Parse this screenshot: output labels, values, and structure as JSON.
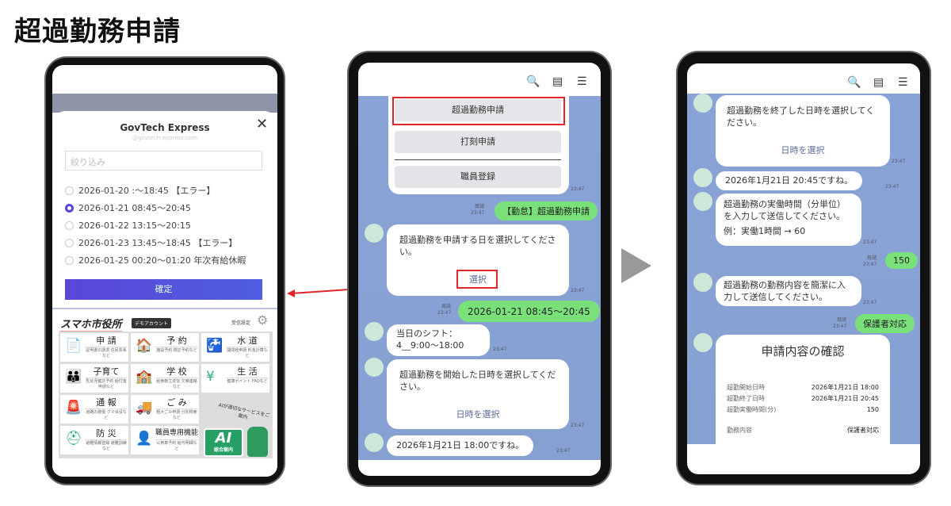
{
  "title": "超過勤務申請",
  "left": {
    "modal": {
      "title": "GovTech Express",
      "subtitle": "@govtech-express.com",
      "close_icon": "close-icon",
      "filter_placeholder": "絞り込み",
      "options": [
        {
          "label": "2026-01-20 :〜18:45 【エラー】",
          "selected": false
        },
        {
          "label": "2026-01-21 08:45〜20:45",
          "selected": true
        },
        {
          "label": "2026-01-22 13:15〜20:15",
          "selected": false
        },
        {
          "label": "2026-01-23 13:45〜18:45 【エラー】",
          "selected": false
        },
        {
          "label": "2026-01-25 00:20〜01:20 年次有給休暇",
          "selected": false
        }
      ],
      "confirm": "確定"
    },
    "city": {
      "logo": "スマホ市役所",
      "badge": "デモアカウント",
      "settings": "受信設定",
      "tiles": [
        {
          "name": "申 請",
          "desc": "証明書の請求 住民票系など",
          "icon": "📄"
        },
        {
          "name": "予 約",
          "desc": "施設予約 検診予約など",
          "icon": "🏠"
        },
        {
          "name": "水 道",
          "desc": "開閉栓申請 料金計算など",
          "icon": "🚰"
        },
        {
          "name": "子育て",
          "desc": "乳幼児健診予約 給付金申請など",
          "icon": "👪"
        },
        {
          "name": "学 校",
          "desc": "給食献立返信 欠席連絡など",
          "icon": "🏫"
        },
        {
          "name": "生 活",
          "desc": "健康ポイント FAQなど",
          "icon": "¥"
        },
        {
          "name": "通 報",
          "desc": "道路の損傷 クマ出没など",
          "icon": "🚨"
        },
        {
          "name": "ご み",
          "desc": "粗大ごみ申請 分別検索など",
          "icon": "🚚"
        },
        {
          "name": "防 災",
          "desc": "避難情報登録 避難訓練など",
          "icon": "⛑"
        },
        {
          "name": "職員専用機能",
          "desc": "公用車予約 給与明細など",
          "icon": "👤"
        }
      ],
      "ai": {
        "label": "AI",
        "sub": "総合案内",
        "bubble": "AIが適切なサービスをご案内"
      }
    }
  },
  "middle": {
    "menu": [
      "超過勤務申請",
      "打刻申請",
      "職員登録"
    ],
    "messages": [
      {
        "type": "mine",
        "text": "【勤怠】超過勤務申請",
        "read": "既読",
        "time": "23:47"
      },
      {
        "type": "bot",
        "text": "超過勤務を申請する日を選択してください。",
        "link": "選択",
        "time": "23:47"
      },
      {
        "type": "mine",
        "text": "2026-01-21 08:45〜20:45",
        "read": "既読",
        "time": "23:47"
      },
      {
        "type": "bot",
        "text": "当日のシフト：\n4__9:00〜18:00",
        "time": "23:47"
      },
      {
        "type": "bot",
        "text": "超過勤務を開始した日時を選択してください。",
        "link": "日時を選択",
        "time": "23:47"
      },
      {
        "type": "bot",
        "text": "2026年1月21日 18:00ですね。",
        "time": "23:47"
      }
    ],
    "menu_time": "23:47"
  },
  "right": {
    "messages": [
      {
        "type": "bot",
        "text": "超過勤務を終了した日時を選択してください。",
        "link": "日時を選択",
        "time": "23:47"
      },
      {
        "type": "bot",
        "text": "2026年1月21日 20:45ですね。",
        "time": "23:47"
      },
      {
        "type": "bot",
        "text": "超過勤務の実働時間（分単位）を入力して送信してください。",
        "extra": "例：実働1時間 → 60",
        "time": "23:47"
      },
      {
        "type": "mine",
        "text": "150",
        "read": "既読",
        "time": "23:47"
      },
      {
        "type": "bot",
        "text": "超過勤務の勤務内容を簡潔に入力して送信してください。",
        "time": "23:47"
      },
      {
        "type": "mine",
        "text": "保護者対応",
        "read": "既読",
        "time": "23:47"
      }
    ],
    "confirm": {
      "title": "申請内容の確認",
      "rows": [
        {
          "k": "超勤開始日時",
          "v": "2026年1月21日 18:00"
        },
        {
          "k": "超勤終了日時",
          "v": "2026年1月21日 20:45"
        },
        {
          "k": "超勤実働時間(分)",
          "v": "150"
        },
        {
          "k": "勤務内容",
          "v": "保護者対応"
        }
      ]
    }
  },
  "header_icons": [
    "search-clock-icon",
    "document-icon",
    "menu-icon"
  ],
  "colors": {
    "accent": "#5547d6",
    "chat_bg": "#8aa3d6",
    "my_bubble": "#7ae07a",
    "highlight": "#e0262b"
  }
}
